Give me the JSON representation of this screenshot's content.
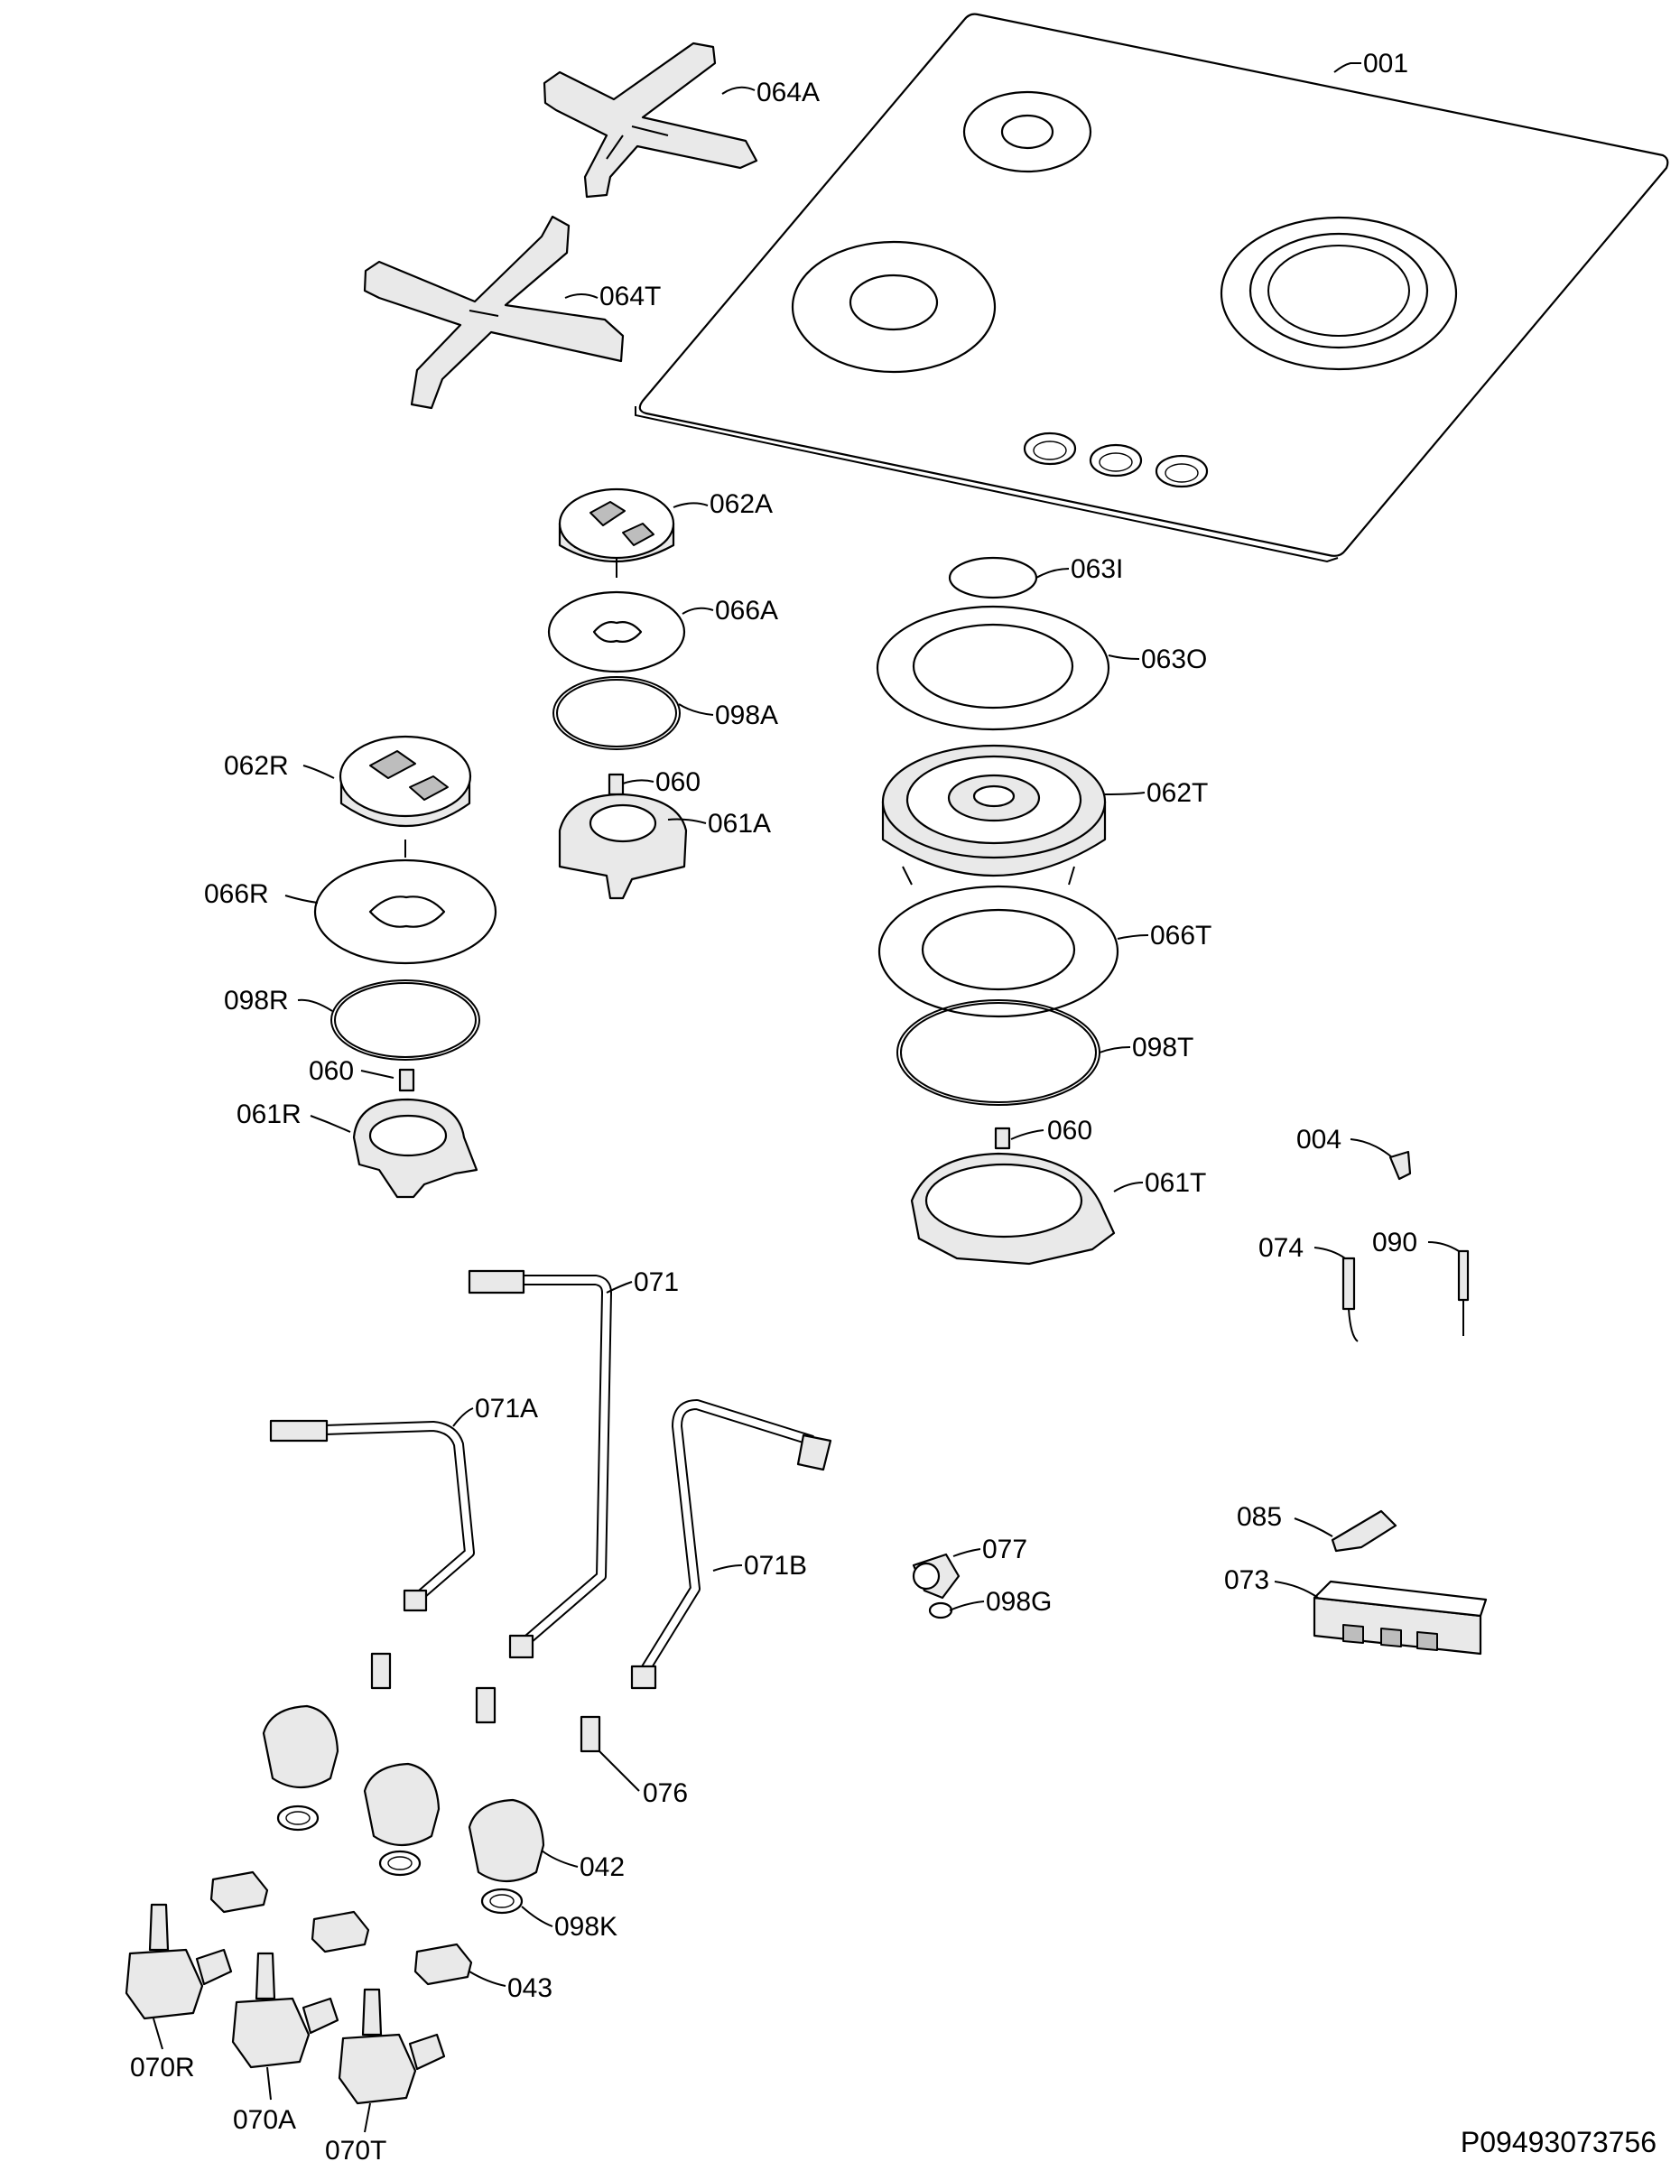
{
  "diagram": {
    "parts": [
      {
        "id": "p001",
        "label": "001",
        "name": "hob-top-plate"
      },
      {
        "id": "p064A",
        "label": "064A",
        "name": "pan-support-auxiliary"
      },
      {
        "id": "p064T",
        "label": "064T",
        "name": "pan-support-triple-crown"
      },
      {
        "id": "p062A",
        "label": "062A",
        "name": "burner-crown-auxiliary"
      },
      {
        "id": "p066A",
        "label": "066A",
        "name": "burner-plate-auxiliary"
      },
      {
        "id": "p098A",
        "label": "098A",
        "name": "seal-ring-auxiliary"
      },
      {
        "id": "p060a",
        "label": "060",
        "name": "injector-auxiliary"
      },
      {
        "id": "p061A",
        "label": "061A",
        "name": "burner-base-auxiliary"
      },
      {
        "id": "p062R",
        "label": "062R",
        "name": "burner-crown-rapid"
      },
      {
        "id": "p066R",
        "label": "066R",
        "name": "burner-plate-rapid"
      },
      {
        "id": "p098R",
        "label": "098R",
        "name": "seal-ring-rapid"
      },
      {
        "id": "p060r",
        "label": "060",
        "name": "injector-rapid"
      },
      {
        "id": "p061R",
        "label": "061R",
        "name": "burner-base-rapid"
      },
      {
        "id": "p063I",
        "label": "063I",
        "name": "inner-cap-triple-crown"
      },
      {
        "id": "p063O",
        "label": "063O",
        "name": "outer-cap-triple-crown"
      },
      {
        "id": "p062T",
        "label": "062T",
        "name": "burner-crown-triple"
      },
      {
        "id": "p066T",
        "label": "066T",
        "name": "burner-plate-triple"
      },
      {
        "id": "p098T",
        "label": "098T",
        "name": "seal-ring-triple"
      },
      {
        "id": "p060t",
        "label": "060",
        "name": "injector-triple"
      },
      {
        "id": "p061T",
        "label": "061T",
        "name": "burner-base-triple"
      },
      {
        "id": "p004",
        "label": "004",
        "name": "spring-clip"
      },
      {
        "id": "p074",
        "label": "074",
        "name": "ignition-electrode"
      },
      {
        "id": "p090",
        "label": "090",
        "name": "thermocouple"
      },
      {
        "id": "p071",
        "label": "071",
        "name": "gas-pipe"
      },
      {
        "id": "p071A",
        "label": "071A",
        "name": "gas-pipe-a"
      },
      {
        "id": "p071B",
        "label": "071B",
        "name": "gas-pipe-b"
      },
      {
        "id": "p077",
        "label": "077",
        "name": "gas-inlet-elbow"
      },
      {
        "id": "p098G",
        "label": "098G",
        "name": "inlet-gasket"
      },
      {
        "id": "p085",
        "label": "085",
        "name": "ignition-switch"
      },
      {
        "id": "p073",
        "label": "073",
        "name": "ignition-generator"
      },
      {
        "id": "p076",
        "label": "076",
        "name": "pipe-clamp"
      },
      {
        "id": "p042",
        "label": "042",
        "name": "control-knob"
      },
      {
        "id": "p098K",
        "label": "098K",
        "name": "knob-seal"
      },
      {
        "id": "p043",
        "label": "043",
        "name": "microswitch"
      },
      {
        "id": "p070R",
        "label": "070R",
        "name": "gas-tap-rapid"
      },
      {
        "id": "p070A",
        "label": "070A",
        "name": "gas-tap-auxiliary"
      },
      {
        "id": "p070T",
        "label": "070T",
        "name": "gas-tap-triple"
      }
    ],
    "document_id": "P09493073756"
  }
}
